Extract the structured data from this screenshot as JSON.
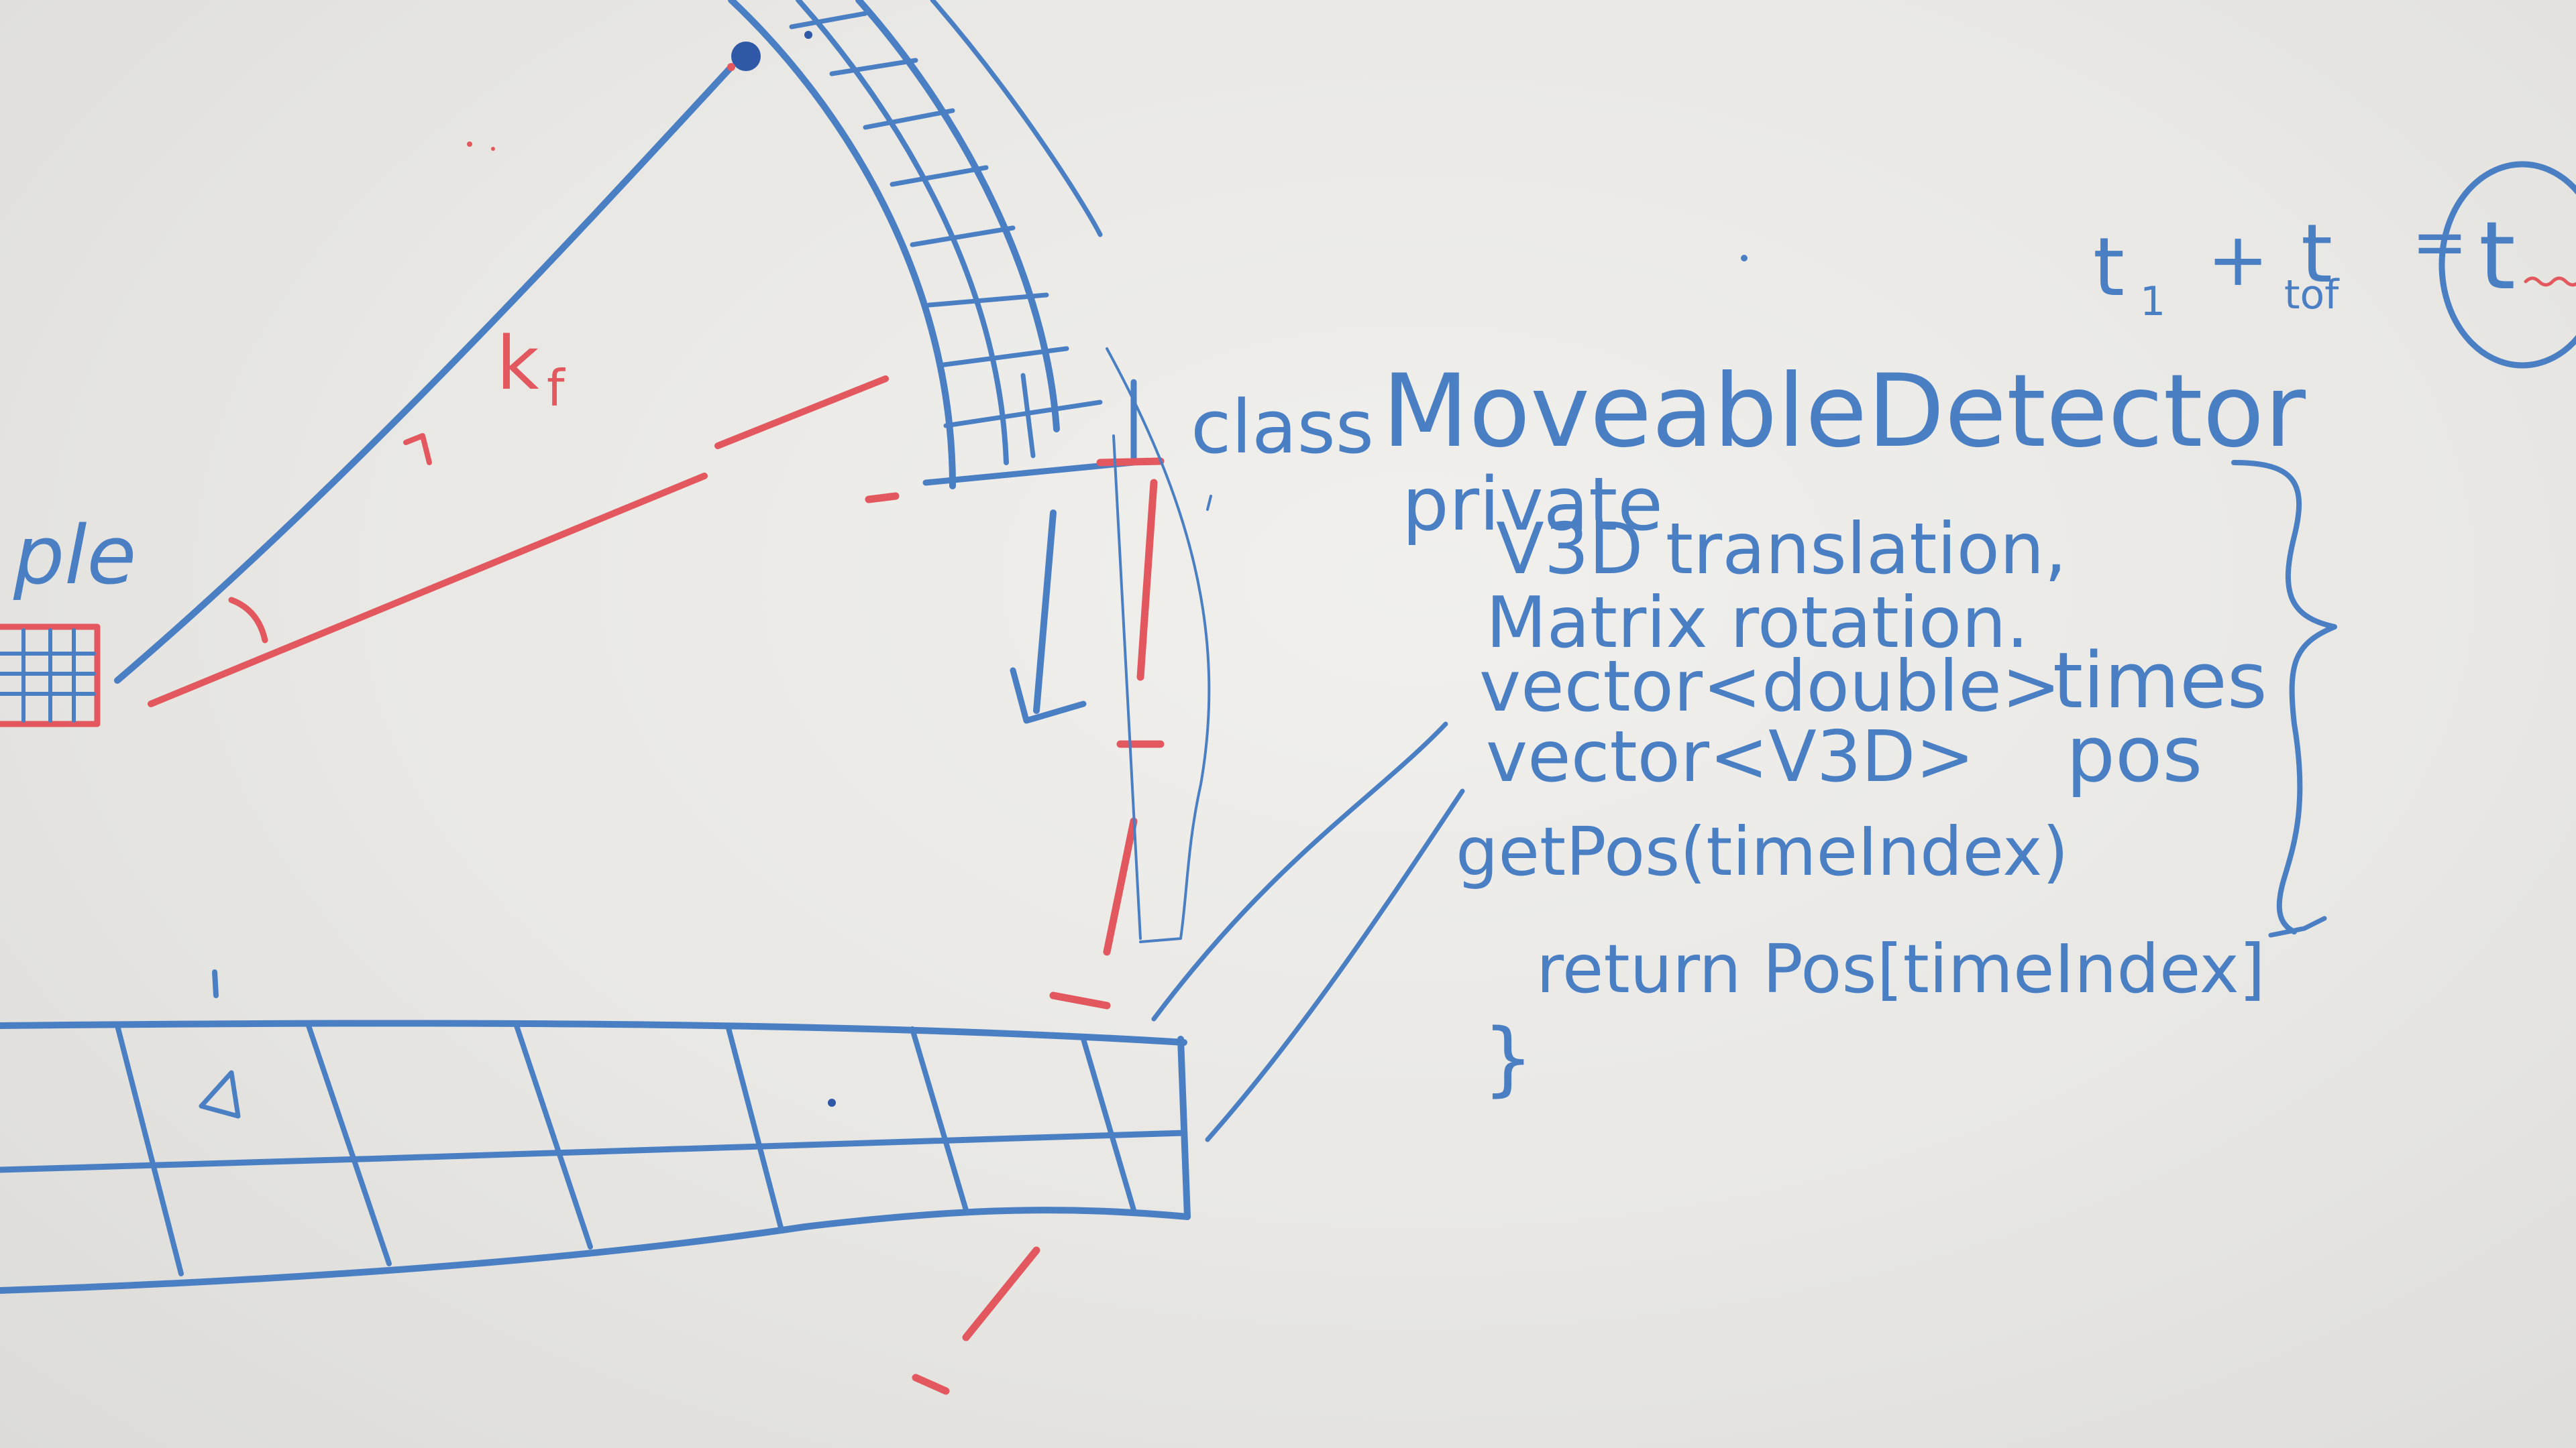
{
  "board": {
    "sample_label": "ple",
    "kf_label": "k",
    "kf_subscript": "f",
    "class_keyword": "class",
    "class_name": "MoveableDetector",
    "private_keyword": "private",
    "code_lines": [
      "V3D translation,",
      "Matrix rotation.",
      "vector<double>",
      "vector<V3D>",
      "getPos(timeIndex)",
      "return Pos[timeIndex]",
      "}"
    ],
    "member_names": [
      "times",
      "pos"
    ],
    "equation": {
      "t1": "t",
      "t1_sub": "1",
      "plus": "+",
      "t2": "t",
      "t2_sub": "tof",
      "equals": "=",
      "result": "t"
    },
    "colors": {
      "blue_marker": "#4a7fc4",
      "red_marker": "#e2585e",
      "board": "#ebeae6"
    }
  }
}
